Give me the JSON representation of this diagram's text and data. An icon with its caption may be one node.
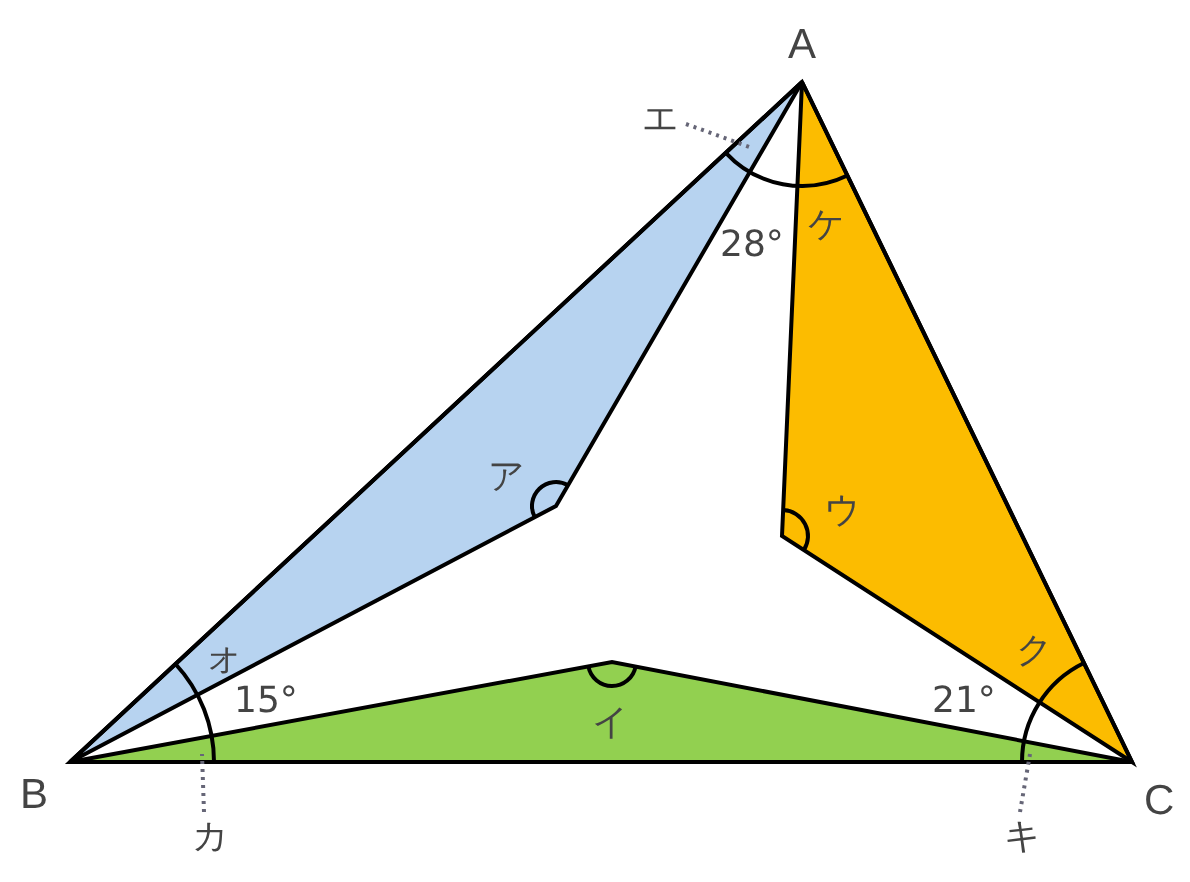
{
  "diagram": {
    "nodes": [
      {
        "text": [
          "エ"
        ]
      },
      {
        "text": [
          "カ"
        ]
      },
      {
        "text": [
          "キ"
        ]
      },
      {
        "text": [],
        "shape": "arc"
      },
      {
        "text": [],
        "shape": "arc"
      },
      {
        "text": [],
        "shape": "arc"
      }
    ],
    "edges": [
      {
        "from": 0,
        "to": 3,
        "arrow": "none",
        "style": "dashed"
      },
      {
        "from": 1,
        "to": 4,
        "arrow": "none",
        "style": "dashed"
      },
      {
        "from": 2,
        "to": 5,
        "arrow": "none",
        "style": "dashed"
      }
    ],
    "labels": [
      "A",
      "ケ",
      "28°",
      "ア",
      "ウ",
      "オ",
      "15°",
      "イ",
      "21°",
      "ク",
      "B",
      "C"
    ]
  }
}
